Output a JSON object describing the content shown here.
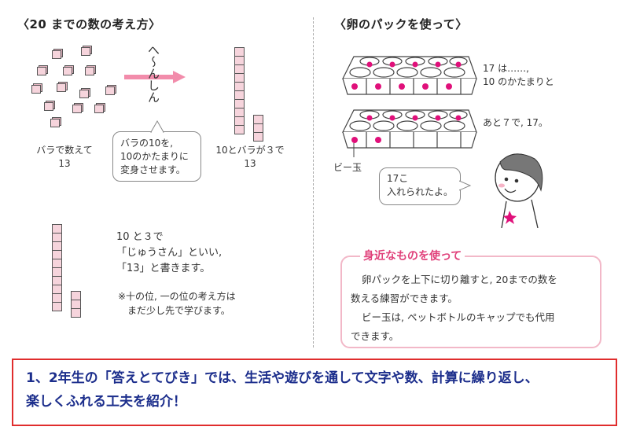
{
  "left": {
    "heading": "〈20 までの数の考え方〉",
    "loose_caption_line1": "バラで数えて",
    "loose_caption_line2": "13",
    "transform_vertical": "へ〜んしん",
    "bubble_line1": "バラの10を,",
    "bubble_line2": "10のかたまりに",
    "bubble_line3": "変身させます。",
    "bar_caption_line1": "10とバラが３で",
    "bar_caption_line2": "13",
    "explain_line1": "10 と３で",
    "explain_line2": "「じゅうさん」といい,",
    "explain_line3": "「13」と書きます。",
    "note_line1": "※十の位, 一の位の考え方は",
    "note_line2": "まだ少し先で学びます。"
  },
  "right": {
    "heading": "〈卵のパックを使って〉",
    "carton_note1_line1": "17 は……,",
    "carton_note1_line2": "10 のかたまりと",
    "carton_note2": "あと７で, 17。",
    "marble_label": "ビー玉",
    "speech_line1": "17こ",
    "speech_line2": "入れられたよ。"
  },
  "tip": {
    "title": "身近なものを使って",
    "line1": "卵パックを上下に切り離すと, 20までの数を",
    "line2": "数える練習ができます。",
    "line3": "ビー玉は, ペットボトルのキャップでも代用",
    "line4": "できます。"
  },
  "banner": {
    "line1": "1、2年生の「答えとてびき」では、生活や遊びを通して文字や数、計算に繰り返し、",
    "line2": "楽しくふれる工夫を紹介！"
  },
  "colors": {
    "accent_pink": "#e0407a",
    "cube_fill": "#f6d4dc",
    "banner_border": "#e02d2d",
    "banner_text": "#1c2e8c",
    "marble": "#e0107a"
  }
}
